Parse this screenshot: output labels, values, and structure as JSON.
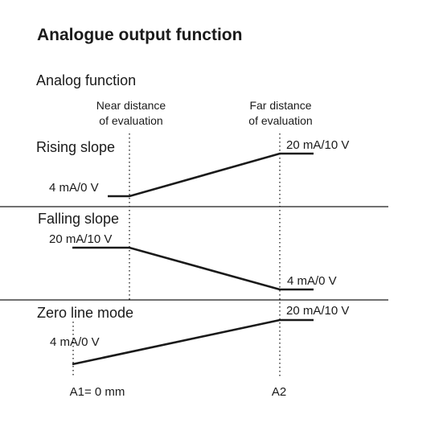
{
  "title": "Analogue output function",
  "subtitle": "Analog function",
  "columns": {
    "near_line1": "Near distance",
    "near_line2": "of evaluation",
    "far_line1": "Far distance",
    "far_line2": "of evaluation"
  },
  "panels": {
    "rising": {
      "label": "Rising slope",
      "low": "4 mA/0 V",
      "high": "20 mA/10 V"
    },
    "falling": {
      "label": "Falling slope",
      "high": "20 mA/10 V",
      "low": "4 mA/0 V"
    },
    "zero": {
      "label": "Zero line mode",
      "low": "4 mA/0 V",
      "high": "20 mA/10 V"
    }
  },
  "axis": {
    "a1": "A1= 0 mm",
    "a2": "A2"
  }
}
